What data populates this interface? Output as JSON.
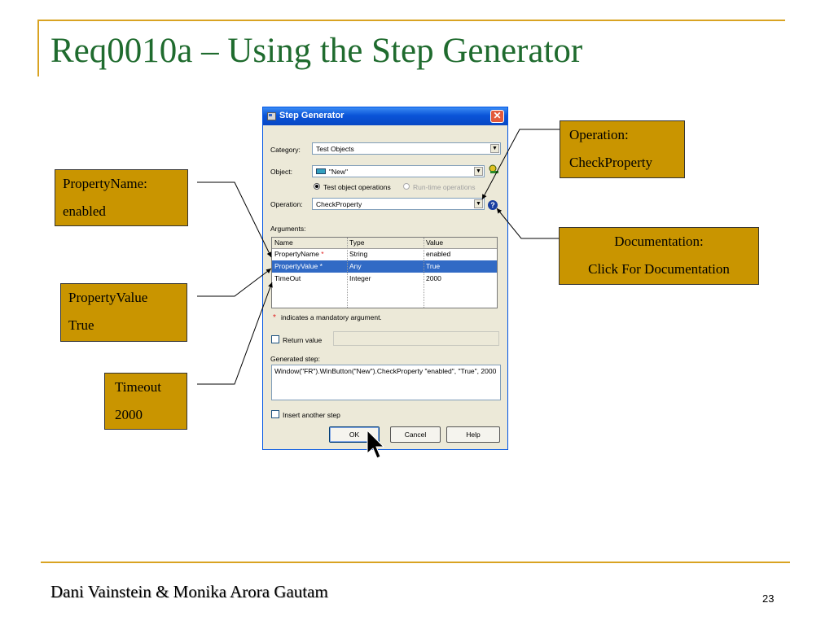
{
  "slide": {
    "title": "Req0010a – Using the Step Generator",
    "footer": "Dani Vainstein & Monika Arora Gautam",
    "page_number": "23"
  },
  "callouts": {
    "property_name": {
      "line1": "PropertyName:",
      "line2": "enabled"
    },
    "property_value": {
      "line1": "PropertyValue",
      "line2": "True"
    },
    "timeout": {
      "line1": "Timeout",
      "line2": "2000"
    },
    "operation": {
      "line1": "Operation:",
      "line2": "CheckProperty"
    },
    "documentation": {
      "line1": "Documentation:",
      "line2": "Click For Documentation"
    }
  },
  "dialog": {
    "title": "Step Generator",
    "close_label": "✕",
    "category_label": "Category:",
    "category_value": "Test Objects",
    "object_label": "Object:",
    "object_value": "\"New\"",
    "radio_test_object": "Test object operations",
    "radio_runtime": "Run-time operations",
    "operation_label": "Operation:",
    "operation_value": "CheckProperty",
    "arguments_label": "Arguments:",
    "columns": [
      "Name",
      "Type",
      "Value"
    ],
    "rows": [
      {
        "name": "PropertyName",
        "type": "String",
        "value": "enabled",
        "required": "*"
      },
      {
        "name": "PropertyValue",
        "type": "Any",
        "value": "True",
        "required": "*"
      },
      {
        "name": "TimeOut",
        "type": "Integer",
        "value": "2000",
        "required": ""
      }
    ],
    "mandatory_mark": "*",
    "mandatory_note": "indicates a mandatory argument.",
    "return_value_label": "Return value",
    "generated_step_label": "Generated step:",
    "generated_step_text": "Window(\"FR\").WinButton(\"New\").CheckProperty \"enabled\", \"True\", 2000",
    "insert_step_label": "Insert another step",
    "buttons": {
      "ok": "OK",
      "cancel": "Cancel",
      "help": "Help"
    }
  },
  "colors": {
    "title_green": "#1f6b2e",
    "accent_gold": "#d9a322",
    "callout_fill": "#c99500",
    "selection_blue": "#316ac5"
  }
}
